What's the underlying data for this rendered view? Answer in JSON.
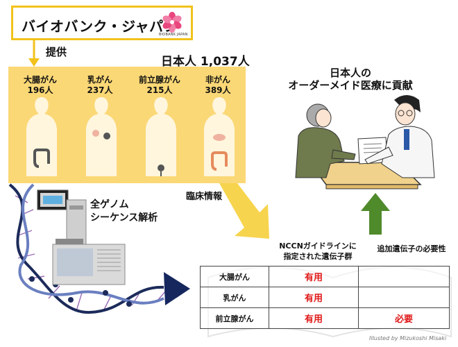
{
  "biobank": {
    "name": "バイオバンク・ジャパン",
    "logo_text": "BIOBANK JAPAN"
  },
  "provide_label": "提供",
  "total_label": "日本人 1,037人",
  "cancers": [
    {
      "name": "大腸がん",
      "count": "196人"
    },
    {
      "name": "乳がん",
      "count": "237人"
    },
    {
      "name": "前立腺がん",
      "count": "215人"
    },
    {
      "name": "非がん",
      "count": "389人"
    }
  ],
  "genome_label": "全ゲノム\nシーケンス解析",
  "clinical_label": "臨床情報",
  "goal_label": "日本人の\nオーダーメイド医療に貢献",
  "table": {
    "header_nccn": "NCCNガイドラインに\n指定された遺伝子群",
    "header_additional": "追加遺伝子の必要性",
    "rows": [
      {
        "label": "大腸がん",
        "nccn": "有用",
        "additional": ""
      },
      {
        "label": "乳がん",
        "nccn": "有用",
        "additional": ""
      },
      {
        "label": "前立腺がん",
        "nccn": "有用",
        "additional": "必要"
      }
    ]
  },
  "credit": "Illusted by Mizukoshi Misaki",
  "colors": {
    "yellow_panel": "#fbd876",
    "yellow_border": "#f2c21b",
    "arrow_yellow": "#f7d44e",
    "arrow_green": "#4f8a2b",
    "result_red": "#e01818",
    "arrow_navy": "#16275e"
  }
}
